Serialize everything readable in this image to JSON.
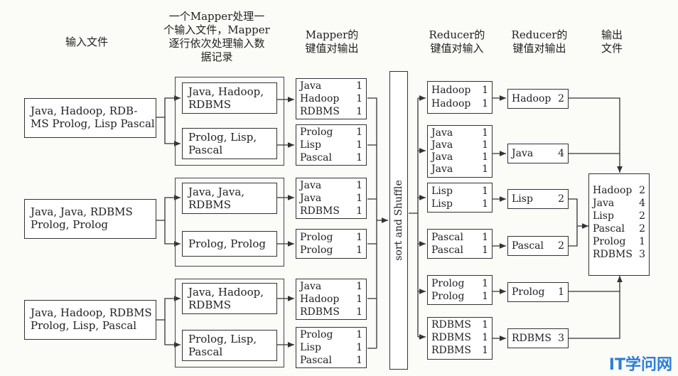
{
  "headers": {
    "input_files": "输入文件",
    "mapper_process": "一个Mapper处理一\n个输入文件，Mapper\n逐行依次处理输入数\n据记录",
    "mapper_output": "Mapper的\n键值对输出",
    "reducer_input": "Reducer的\n键值对输入",
    "reducer_output": "Reducer的\n键值对输出",
    "output_file": "输出\n文件"
  },
  "inputs": [
    {
      "text": "Java, Hadoop, RDB-\nMS Prolog, Lisp Pascal"
    },
    {
      "text": "Java, Java, RDBMS\nProlog, Prolog"
    },
    {
      "text": "Java, Hadoop, RDBMS\nProlog, Lisp, Pascal"
    }
  ],
  "records": [
    {
      "text": "Java, Hadoop,\nRDBMS"
    },
    {
      "text": "Prolog, Lisp,\nPascal"
    },
    {
      "text": "Java, Java,\nRDBMS"
    },
    {
      "text": "Prolog, Prolog"
    },
    {
      "text": "Java, Hadoop,\nRDBMS"
    },
    {
      "text": "Prolog, Lisp,\nPascal"
    }
  ],
  "mapper_out": [
    {
      "k": [
        "Java",
        "Hadoop",
        "RDBMS"
      ],
      "v": [
        "1",
        "1",
        "1"
      ]
    },
    {
      "k": [
        "Prolog",
        "Lisp",
        "Pascal"
      ],
      "v": [
        "1",
        "1",
        "1"
      ]
    },
    {
      "k": [
        "Java",
        "Java",
        "RDBMS"
      ],
      "v": [
        "1",
        "1",
        "1"
      ]
    },
    {
      "k": [
        "Prolog",
        "Prolog"
      ],
      "v": [
        "1",
        "1"
      ]
    },
    {
      "k": [
        "Java",
        "Hadoop",
        "RDBMS"
      ],
      "v": [
        "1",
        "1",
        "1"
      ]
    },
    {
      "k": [
        "Prolog",
        "Lisp",
        "Pascal"
      ],
      "v": [
        "1",
        "1",
        "1"
      ]
    }
  ],
  "shuffle_label": "sort and Shuffle",
  "reducer_in": [
    {
      "k": [
        "Hadoop",
        "Hadoop"
      ],
      "v": [
        "1",
        "1"
      ]
    },
    {
      "k": [
        "Java",
        "Java",
        "Java",
        "Java"
      ],
      "v": [
        "1",
        "1",
        "1",
        "1"
      ]
    },
    {
      "k": [
        "Lisp",
        "Lisp"
      ],
      "v": [
        "1",
        "1"
      ]
    },
    {
      "k": [
        "Pascal",
        "Pascal"
      ],
      "v": [
        "1",
        "1"
      ]
    },
    {
      "k": [
        "Prolog",
        "Prolog"
      ],
      "v": [
        "1",
        "1"
      ]
    },
    {
      "k": [
        "RDBMS",
        "RDBMS",
        "RDBMS"
      ],
      "v": [
        "1",
        "1",
        "1"
      ]
    }
  ],
  "reducer_out": [
    {
      "k": "Hadoop",
      "v": "2"
    },
    {
      "k": "Java",
      "v": "4"
    },
    {
      "k": "Lisp",
      "v": "2"
    },
    {
      "k": "Pascal",
      "v": "2"
    },
    {
      "k": "Prolog",
      "v": "1"
    },
    {
      "k": "RDBMS",
      "v": "3"
    }
  ],
  "final_output": {
    "k": [
      "Hadoop",
      "Java",
      "Lisp",
      "Pascal",
      "Prolog",
      "RDBMS"
    ],
    "v": [
      "2",
      "4",
      "2",
      "2",
      "1",
      "3"
    ]
  },
  "watermark": "IT学问网"
}
